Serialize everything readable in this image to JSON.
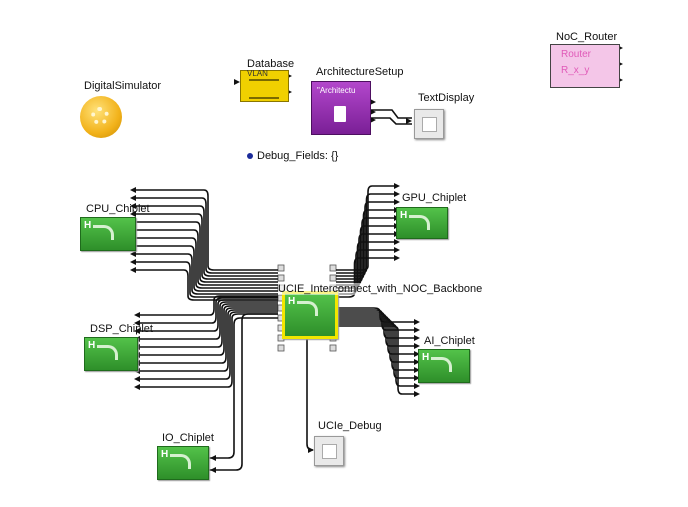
{
  "blocks": {
    "digital_simulator": "DigitalSimulator",
    "database": "Database",
    "database_inner": "VLAN",
    "architecture_setup": "ArchitectureSetup",
    "architecture_inner": "\"Architectu",
    "text_display": "TextDisplay",
    "debug_fields": "Debug_Fields: {}",
    "noc_router": "NoC_Router",
    "router_inner_1": "Router",
    "router_inner_2": "R_x_y",
    "cpu": "CPU_Chiplet",
    "gpu": "GPU_Chiplet",
    "dsp": "DSP_Chiplet",
    "ai": "AI_Chiplet",
    "io": "IO_Chiplet",
    "interconnect": "UCIE_Interconnect_with_NOC_Backbone",
    "ucie_debug": "UCIe_Debug",
    "chip_glyph": "H"
  },
  "colors": {
    "chip_green": "#3fae3a",
    "interconnect_yellow": "#f2e600",
    "router_pink": "#f4c6e8",
    "architecture_purple": "#8a2aa6",
    "database_yellow": "#f0d000",
    "simulator_gold": "#f2b21a",
    "wire": "#111111"
  }
}
